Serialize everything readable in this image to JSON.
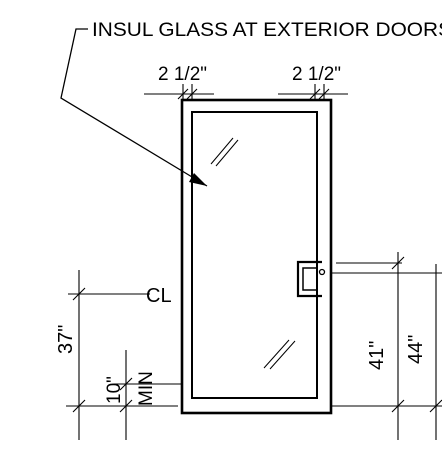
{
  "drawing": {
    "callout": "INSUL GLASS AT EXTERIOR DOORS",
    "dim_left_stile": "2 1/2\"",
    "dim_right_stile": "2 1/2\"",
    "centerline": "CL",
    "dim_37": "37\"",
    "dim_10": "10\"",
    "dim_min": "MIN",
    "dim_41": "41\"",
    "dim_44": "44\""
  }
}
